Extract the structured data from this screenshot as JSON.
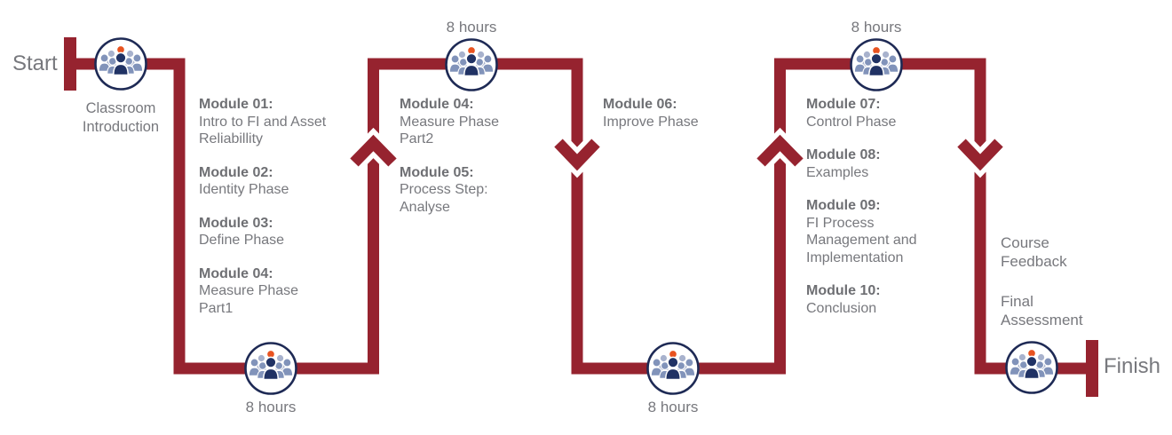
{
  "colors": {
    "flow_line": "#96232F",
    "node_border": "#1E2A55",
    "person_orange": "#E85320",
    "person_dark_navy": "#203264",
    "person_medium": "#8193BA",
    "person_light": "#A8B2CD",
    "text_gray": "#77787D"
  },
  "start_label": "Start",
  "finish_label": "Finish",
  "classroom_label": "Classroom\nIntroduction",
  "hours_labels": [
    "8 hours",
    "8 hours",
    "8 hours",
    "8 hours"
  ],
  "module_groups": [
    {
      "items": [
        {
          "heading": "Module 01:",
          "body": "Intro to FI and Asset\nReliabillity"
        },
        {
          "heading": "Module 02:",
          "body": "Identity Phase"
        },
        {
          "heading": "Module 03:",
          "body": "Define Phase"
        },
        {
          "heading": "Module 04:",
          "body": "Measure Phase\nPart1"
        }
      ]
    },
    {
      "items": [
        {
          "heading": "Module 04:",
          "body": "Measure Phase\nPart2"
        },
        {
          "heading": "Module 05:",
          "body": "Process Step:\nAnalyse"
        }
      ]
    },
    {
      "items": [
        {
          "heading": "Module 06:",
          "body": "Improve Phase"
        }
      ]
    },
    {
      "items": [
        {
          "heading": "Module 07:",
          "body": "Control Phase"
        },
        {
          "heading": "Module 08:",
          "body": "Examples"
        },
        {
          "heading": "Module 09:",
          "body": "FI Process\nManagement and\nImplementation"
        },
        {
          "heading": "Module 10:",
          "body": "Conclusion"
        }
      ]
    }
  ],
  "end_items": [
    "Course\nFeedback",
    "Final\nAssessment"
  ]
}
